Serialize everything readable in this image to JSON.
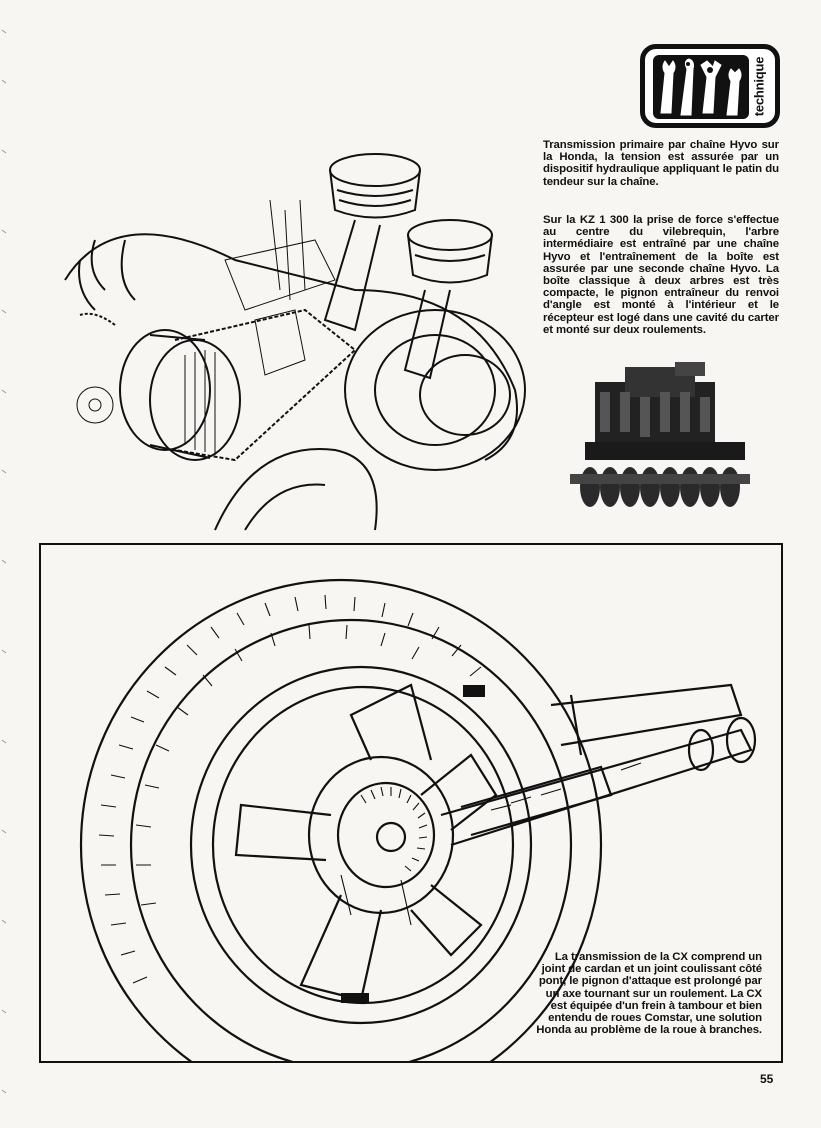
{
  "badge": {
    "label": "technique",
    "icon": "wrench-tools-icon"
  },
  "captions": {
    "primary_chain": "Transmission primaire par chaîne Hyvo sur la Honda, la tension est assurée par un dispositif hydraulique appliquant le patin du tendeur sur la chaîne.",
    "kz1300": "Sur la KZ 1 300 la prise de force s'effectue au centre du vilebrequin, l'arbre intermédiaire est entraîné par une chaîne Hyvo et l'entraînement de la boîte est assurée par une seconde chaîne Hyvo. La boîte classique à deux arbres est très compacte, le pignon entraîneur du renvoi d'angle est monté à l'intérieur et le récepteur est logé dans une cavité du carter et monté sur deux roulements.",
    "cx_transmission": "La transmission de la CX comprend un joint de cardan et un joint coulissant côté pont, le pignon d'attaque est prolongé par un axe tournant sur un roulement. La CX est équipée d'un frein à tambour et bien entendu de roues Comstar, une solution Honda au problème de la roue à branches."
  },
  "page_number": "55"
}
